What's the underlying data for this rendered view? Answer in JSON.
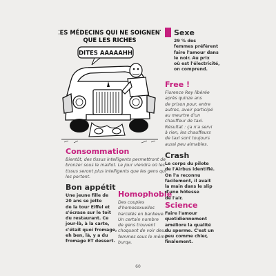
{
  "cartoon": {
    "caption_line1": "CES MÉDECINS QUI NE SOIGNENT",
    "caption_line2": "QUE LES RICHES",
    "speech": "DITES AAAAAHH"
  },
  "left": {
    "consommation": {
      "title": "Consommation",
      "text": "Bientôt, des tissus intelligents permettront de\nbronzer sous le maillot. Le jour viendra où les\ntissus seront plus intelligents que les gens qui\nles portent."
    },
    "bon_appetit": {
      "title": "Bon appétit",
      "text": "Une jeune fille de\n20 ans se jette\nde la tour Eiffel et\ns'écrase sur le toit\ndu restaurant. Ce\njour-là, à la carte,\nc'était quoi fromage,\neh ben, là, y a du\nfromage ET dessert."
    },
    "homophobie": {
      "title": "Homophobie",
      "text": "Des couples\nd'homosexuelles\nharcelés en banlieue.\nUn certain nombre\nde gens trouvent\nchoquant de voir deux\nfemmes sous le même\nburqa."
    }
  },
  "right": {
    "sexe": {
      "title": "Sexe",
      "text": "29 % des\nfemmes préfèrent\nfaire l'amour dans\nle noir. Au prix\noù est l'électricité,\non comprend."
    },
    "free": {
      "title": "Free !",
      "text": "Florence Rey libérée\naprès quinze ans\nde prison pour, entre\nautres, avoir participé\nau meurtre d'un\nchauffeur de taxi.\nRésultat : ça n'a servi\nà rien, les chauffeurs\nde taxi sont toujours\naussi peu aimables."
    },
    "crash": {
      "title": "Crash",
      "text": "Le corps du pilote\nde l'Airbus identifié.\nOn l'a reconnu\nfacilement, il avait\nla main dans le slip\nd'une hôtesse\nde l'air."
    },
    "science": {
      "title": "Science",
      "text": "Faire l'amour\nquotidiennement\naméliore la qualité\ndu sperme. C'est un\npeu comme chier,\nfinalement."
    }
  },
  "page_number": "60",
  "colors": {
    "accent": "#c51f7e",
    "text": "#2a2a2a",
    "paper": "#efeeec"
  }
}
